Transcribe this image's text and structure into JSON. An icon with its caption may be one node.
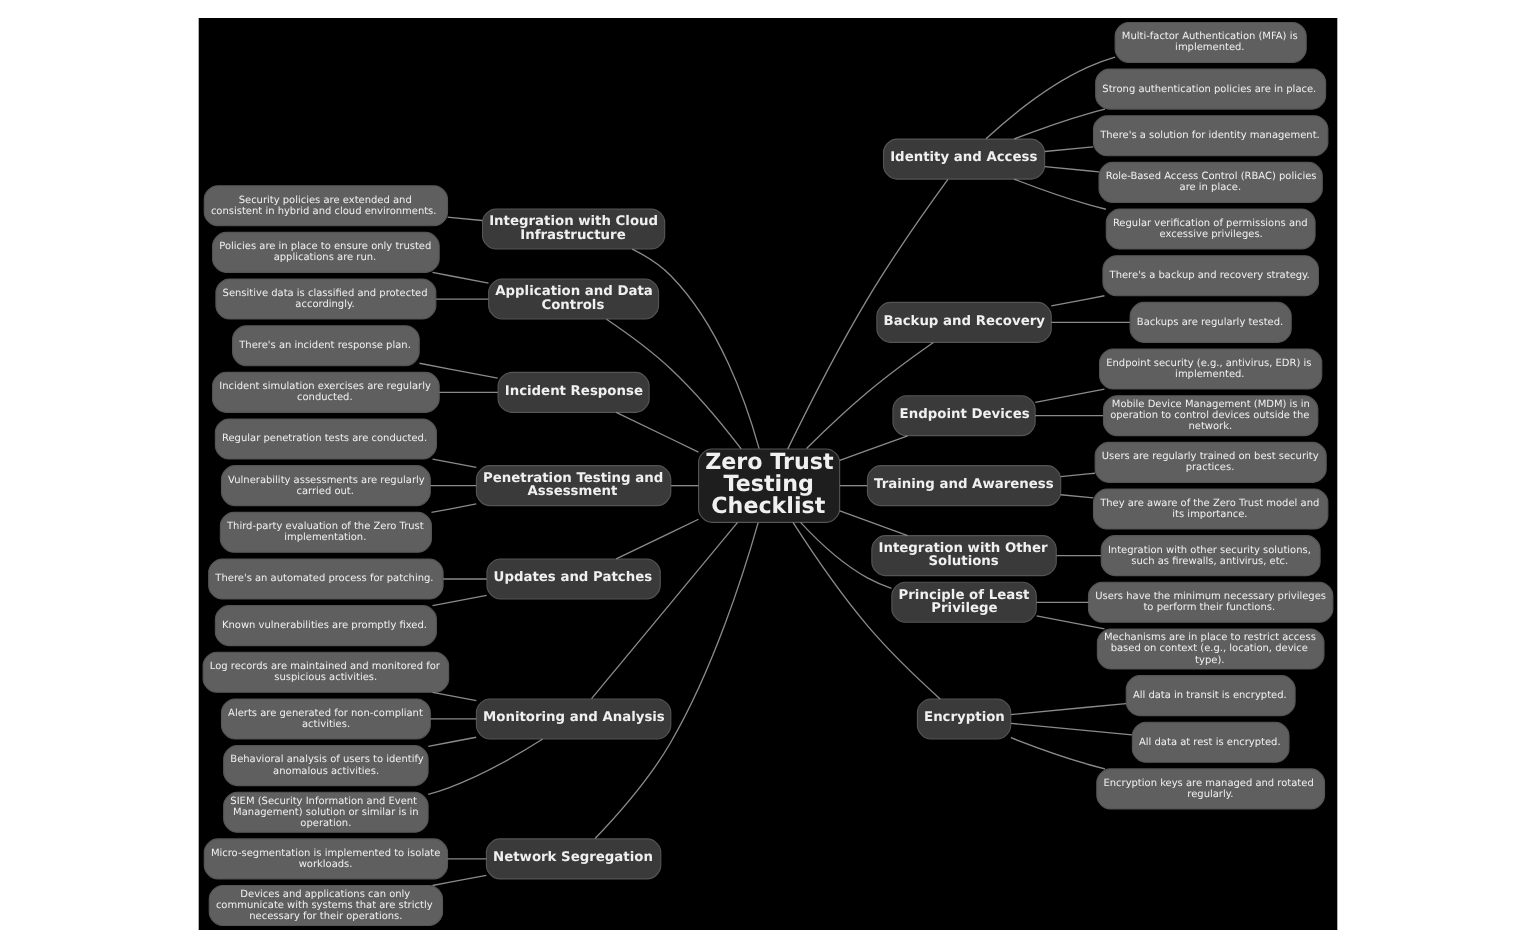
{
  "diagram": {
    "nodes": [
      {
        "text": [
          "Zero Trust Testing Checklist"
        ]
      },
      {
        "text": [
          "Integration with Cloud Infrastructure"
        ]
      },
      {
        "text": [
          "Security policies are extended and consistent in hybrid and cloud environments."
        ]
      },
      {
        "text": [
          "Application and Data Controls"
        ]
      },
      {
        "text": [
          "Policies are in place to ensure only trusted applications are run."
        ]
      },
      {
        "text": [
          "Sensitive data is classified and protected accordingly."
        ]
      },
      {
        "text": [
          "Incident Response"
        ]
      },
      {
        "text": [
          "There's an incident response plan."
        ]
      },
      {
        "text": [
          "Incident simulation exercises are regularly conducted."
        ]
      },
      {
        "text": [
          "Penetration Testing and Assessment"
        ]
      },
      {
        "text": [
          "Regular penetration tests are conducted."
        ]
      },
      {
        "text": [
          "Vulnerability assessments are regularly carried out."
        ]
      },
      {
        "text": [
          "Third-party evaluation of the Zero Trust implementation."
        ]
      },
      {
        "text": [
          "Updates and Patches"
        ]
      },
      {
        "text": [
          "There's an automated process for patching."
        ]
      },
      {
        "text": [
          "Known vulnerabilities are promptly fixed."
        ]
      },
      {
        "text": [
          "Monitoring and Analysis"
        ]
      },
      {
        "text": [
          "Log records are maintained and monitored for suspicious activities."
        ]
      },
      {
        "text": [
          "Alerts are generated for non-compliant activities."
        ]
      },
      {
        "text": [
          "Behavioral analysis of users to identify anomalous activities."
        ]
      },
      {
        "text": [
          "SIEM (Security Information and Event Management) solution or similar is in operation."
        ]
      },
      {
        "text": [
          "Network Segregation"
        ]
      },
      {
        "text": [
          "Micro-segmentation is implemented to isolate workloads."
        ]
      },
      {
        "text": [
          "Devices and applications can only communicate with systems that are strictly necessary for their operations."
        ]
      },
      {
        "text": [
          "Identity and Access"
        ]
      },
      {
        "text": [
          "Multi-factor Authentication (MFA) is implemented."
        ]
      },
      {
        "text": [
          "Strong authentication policies are in place."
        ]
      },
      {
        "text": [
          "There's a solution for identity management."
        ]
      },
      {
        "text": [
          "Role-Based Access Control (RBAC) policies are in place."
        ]
      },
      {
        "text": [
          "Regular verification of permissions and excessive privileges."
        ]
      },
      {
        "text": [
          "Backup and Recovery"
        ]
      },
      {
        "text": [
          "There's a backup and recovery strategy."
        ]
      },
      {
        "text": [
          "Backups are regularly tested."
        ]
      },
      {
        "text": [
          "Endpoint Devices"
        ]
      },
      {
        "text": [
          "Endpoint security (e.g., antivirus, EDR) is implemented."
        ]
      },
      {
        "text": [
          "Mobile Device Management (MDM) is in operation to control devices outside the network."
        ]
      },
      {
        "text": [
          "Training and Awareness"
        ]
      },
      {
        "text": [
          "Users are regularly trained on best security practices."
        ]
      },
      {
        "text": [
          "They are aware of the Zero Trust model and its importance."
        ]
      },
      {
        "text": [
          "Integration with Other Solutions"
        ]
      },
      {
        "text": [
          "Integration with other security solutions, such as firewalls, antivirus, etc."
        ]
      },
      {
        "text": [
          "Principle of Least Privilege"
        ]
      },
      {
        "text": [
          "Users have the minimum necessary privileges to perform their functions."
        ]
      },
      {
        "text": [
          "Mechanisms are in place to restrict access based on context (e.g., location, device type)."
        ]
      },
      {
        "text": [
          "Encryption"
        ]
      },
      {
        "text": [
          "All data in transit is encrypted."
        ]
      },
      {
        "text": [
          "All data at rest is encrypted."
        ]
      },
      {
        "text": [
          "Encryption keys are managed and rotated regularly."
        ]
      }
    ],
    "edges": [
      {
        "from": 2,
        "to": 1,
        "arrow": "none"
      },
      {
        "from": 1,
        "to": 0,
        "arrow": "none"
      },
      {
        "from": 4,
        "to": 3,
        "arrow": "none"
      },
      {
        "from": 5,
        "to": 3,
        "arrow": "none"
      },
      {
        "from": 3,
        "to": 0,
        "arrow": "none"
      },
      {
        "from": 7,
        "to": 6,
        "arrow": "none"
      },
      {
        "from": 8,
        "to": 6,
        "arrow": "none"
      },
      {
        "from": 6,
        "to": 0,
        "arrow": "none"
      },
      {
        "from": 10,
        "to": 9,
        "arrow": "none"
      },
      {
        "from": 11,
        "to": 9,
        "arrow": "none"
      },
      {
        "from": 12,
        "to": 9,
        "arrow": "none"
      },
      {
        "from": 9,
        "to": 0,
        "arrow": "none"
      },
      {
        "from": 14,
        "to": 13,
        "arrow": "none"
      },
      {
        "from": 15,
        "to": 13,
        "arrow": "none"
      },
      {
        "from": 13,
        "to": 0,
        "arrow": "none"
      },
      {
        "from": 17,
        "to": 16,
        "arrow": "none"
      },
      {
        "from": 18,
        "to": 16,
        "arrow": "none"
      },
      {
        "from": 19,
        "to": 16,
        "arrow": "none"
      },
      {
        "from": 20,
        "to": 16,
        "arrow": "none"
      },
      {
        "from": 16,
        "to": 0,
        "arrow": "none"
      },
      {
        "from": 22,
        "to": 21,
        "arrow": "none"
      },
      {
        "from": 23,
        "to": 21,
        "arrow": "none"
      },
      {
        "from": 21,
        "to": 0,
        "arrow": "none"
      },
      {
        "from": 0,
        "to": 24,
        "arrow": "none"
      },
      {
        "from": 24,
        "to": 25,
        "arrow": "none"
      },
      {
        "from": 24,
        "to": 26,
        "arrow": "none"
      },
      {
        "from": 24,
        "to": 27,
        "arrow": "none"
      },
      {
        "from": 24,
        "to": 28,
        "arrow": "none"
      },
      {
        "from": 24,
        "to": 29,
        "arrow": "none"
      },
      {
        "from": 0,
        "to": 30,
        "arrow": "none"
      },
      {
        "from": 30,
        "to": 31,
        "arrow": "none"
      },
      {
        "from": 30,
        "to": 32,
        "arrow": "none"
      },
      {
        "from": 0,
        "to": 33,
        "arrow": "none"
      },
      {
        "from": 33,
        "to": 34,
        "arrow": "none"
      },
      {
        "from": 33,
        "to": 35,
        "arrow": "none"
      },
      {
        "from": 0,
        "to": 36,
        "arrow": "none"
      },
      {
        "from": 36,
        "to": 37,
        "arrow": "none"
      },
      {
        "from": 36,
        "to": 38,
        "arrow": "none"
      },
      {
        "from": 0,
        "to": 39,
        "arrow": "none"
      },
      {
        "from": 39,
        "to": 40,
        "arrow": "none"
      },
      {
        "from": 0,
        "to": 41,
        "arrow": "none"
      },
      {
        "from": 41,
        "to": 42,
        "arrow": "none"
      },
      {
        "from": 41,
        "to": 43,
        "arrow": "none"
      },
      {
        "from": 0,
        "to": 44,
        "arrow": "none"
      },
      {
        "from": 44,
        "to": 45,
        "arrow": "none"
      },
      {
        "from": 44,
        "to": 46,
        "arrow": "none"
      },
      {
        "from": 44,
        "to": 47,
        "arrow": "none"
      }
    ]
  }
}
